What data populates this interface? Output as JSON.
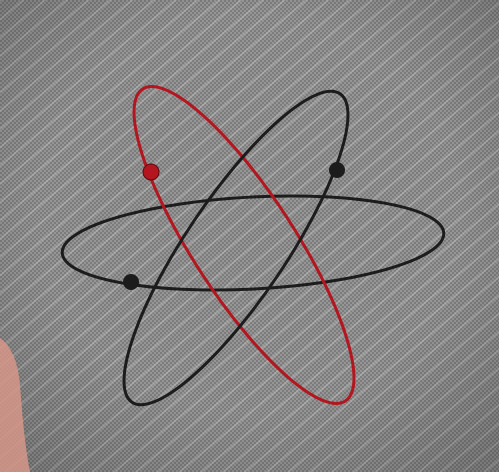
{
  "image": {
    "subject": "atom-orbits",
    "colors": {
      "paper": "#9a9a9a",
      "paper_light": "#b9b9b9",
      "paper_dark": "#5e5e5e",
      "ink": "#1c1c1c",
      "red_ink": "#b3161f",
      "corner_skin": "#d99a8f"
    },
    "orbits": [
      {
        "id": "horizontal-orbit",
        "color": "ink"
      },
      {
        "id": "left-tilted-orbit",
        "color": "red_ink"
      },
      {
        "id": "right-tilted-orbit",
        "color": "ink"
      }
    ],
    "electrons": [
      {
        "id": "red-electron",
        "color": "red_ink"
      },
      {
        "id": "black-electron-upper-right",
        "color": "ink"
      },
      {
        "id": "black-electron-left",
        "color": "ink"
      }
    ]
  }
}
